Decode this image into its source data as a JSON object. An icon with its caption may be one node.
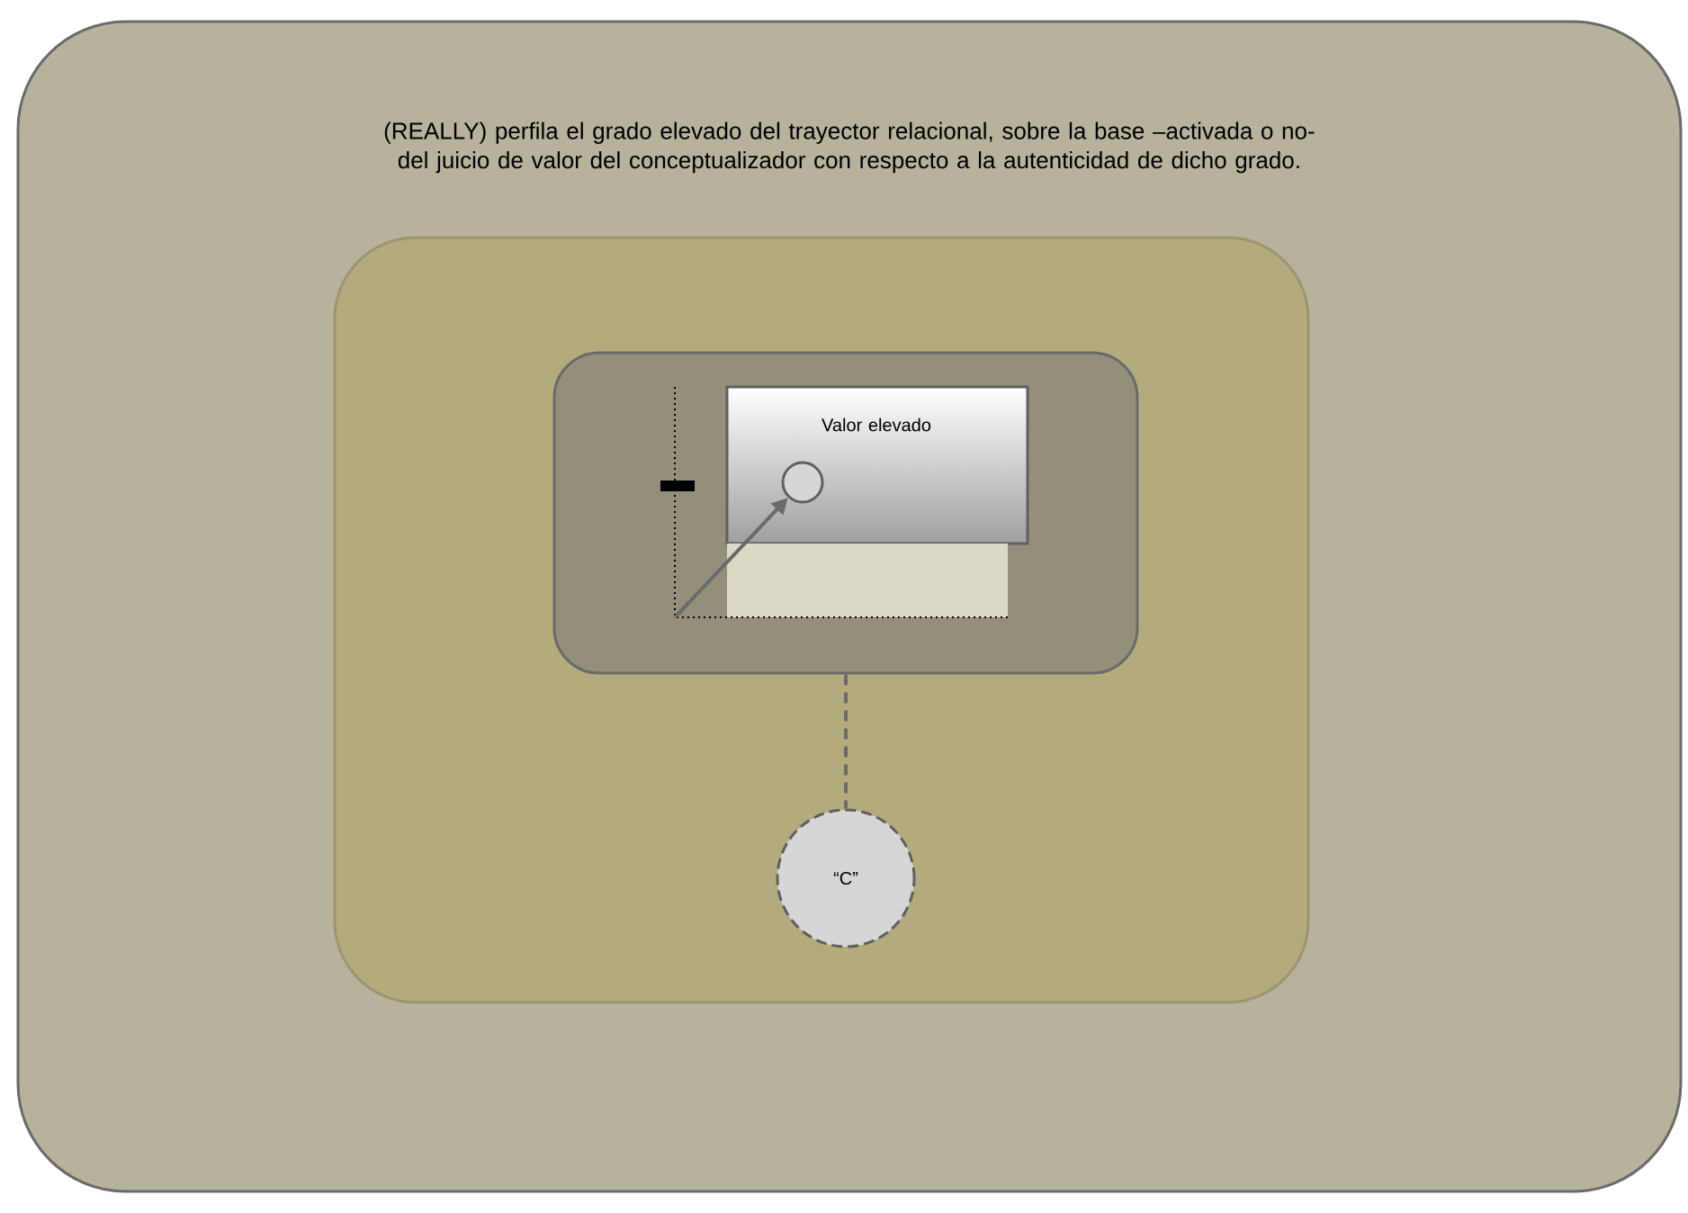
{
  "diagram": {
    "nodes": [
      {
        "text": [
          "(REALLY) perfila el grado elevado del trayector relacional, sobre la base –activada o no- del juicio de valor del conceptualizador con respecto a la autenticidad de dicho grado."
        ]
      },
      {
        "text": [],
        "shape": "box",
        "in": 0
      },
      {
        "text": [],
        "shape": "box",
        "in": 1
      },
      {
        "text": [
          "Valor elevado"
        ],
        "in": 2
      },
      {
        "text": [],
        "shape": "circle",
        "in": 3
      },
      {
        "text": [
          "“C”"
        ],
        "in": 1
      },
      {
        "text": [],
        "shape": "axes",
        "in": 2
      }
    ],
    "edges": [
      {
        "from": 6,
        "to": 4,
        "arrow": "to"
      },
      {
        "from": 2,
        "to": 5,
        "arrow": "none",
        "style": "dashed"
      }
    ]
  }
}
